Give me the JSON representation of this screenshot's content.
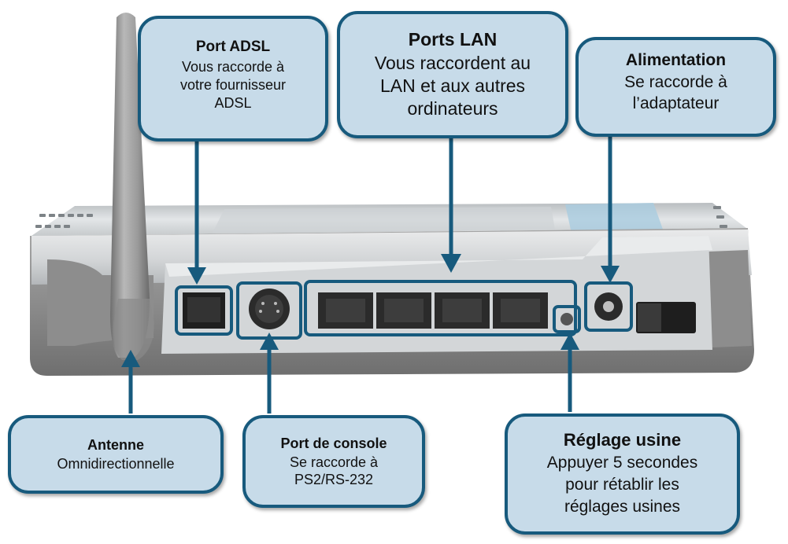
{
  "callouts": {
    "adsl": {
      "title": "Port ADSL",
      "lines": [
        "Vous raccorde à",
        "votre fournisseur",
        "ADSL"
      ]
    },
    "lan": {
      "title": "Ports LAN",
      "lines": [
        "Vous raccordent au",
        "LAN et aux autres",
        "ordinateurs"
      ]
    },
    "power": {
      "title": "Alimentation",
      "lines": [
        "Se raccorde à",
        "l’adaptateur"
      ]
    },
    "antenna": {
      "title": "Antenne",
      "lines": [
        "Omnidirectionnelle"
      ]
    },
    "console": {
      "title": "Port de console",
      "lines": [
        "Se raccorde à",
        "PS2/RS-232"
      ]
    },
    "reset": {
      "title": "Réglage usine",
      "lines": [
        "Appuyer 5 secondes",
        "pour rétablir les",
        "réglages usines"
      ]
    }
  },
  "colors": {
    "callout_fill": "#c7dbe9",
    "callout_border": "#175a7d",
    "arrow": "#175a7d",
    "router_body": "#8f8f8f",
    "router_panel": "#d9dde0"
  }
}
